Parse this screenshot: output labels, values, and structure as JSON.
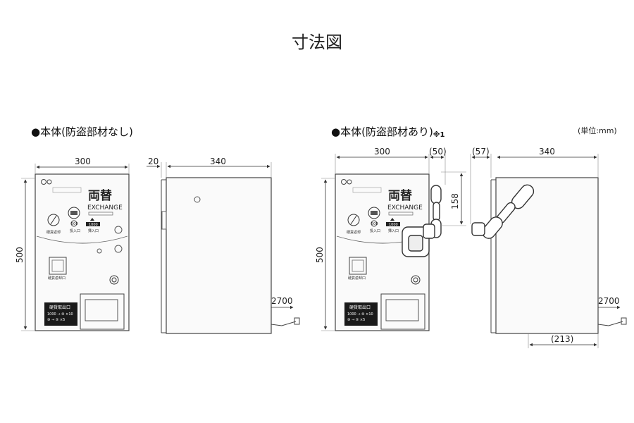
{
  "title": "寸法図",
  "unit_note": "(単位:mm)",
  "left_section": {
    "heading": "●本体(防盗部材なし)"
  },
  "right_section": {
    "heading": "●本体(防盗部材あり)",
    "note_mark": "※1"
  },
  "dimensions": {
    "width_300": "300",
    "frame_20": "20",
    "depth_340": "340",
    "height_500": "500",
    "cable_2700": "2700",
    "guard_50": "(50)",
    "guard_57": "(57)",
    "guard_158": "158",
    "guard_213": "(213)"
  },
  "machine_labels": {
    "title_kanji": "両替",
    "title_en": "EXCHANGE",
    "coin_slot": "500",
    "coin_slot_label": "投入口",
    "bill_slot": "1000",
    "bill_slot_label": "挿入口",
    "coin_return_label": "硬貨返却",
    "coin_return_exit": "硬貨返却口",
    "coin_exit_title": "硬貨取出口",
    "coin_exit_row1": "1000 → ⑩ ×10",
    "coin_exit_row2": "⑩ → ⑤ ×5"
  }
}
